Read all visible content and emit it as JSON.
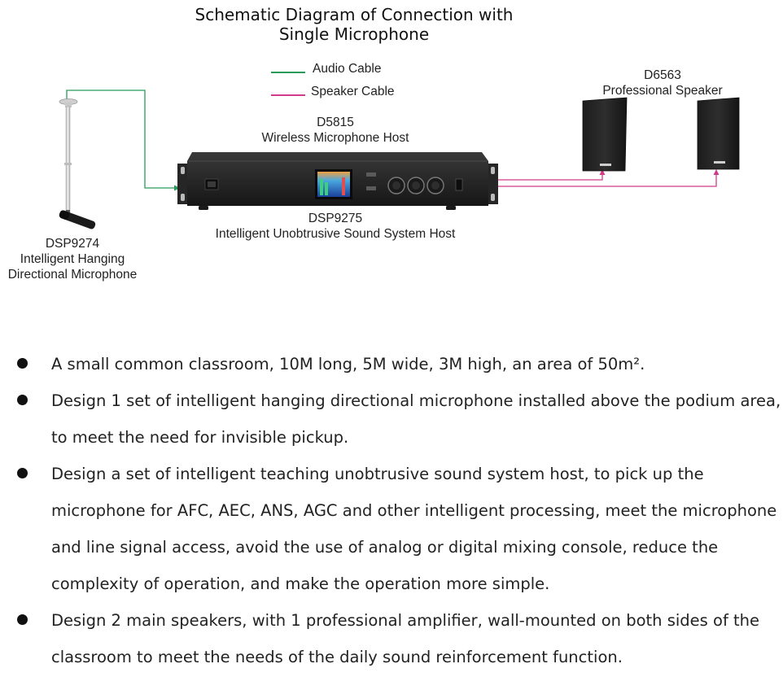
{
  "title_line1": "Schematic Diagram of Connection with",
  "title_line2": "Single Microphone",
  "legend": {
    "audio": {
      "label": "Audio Cable",
      "color": "#2a9a5a"
    },
    "speaker": {
      "label": "Speaker Cable",
      "color": "#d23b8a"
    }
  },
  "devices": {
    "wireless_host": {
      "model": "D5815",
      "name": "Wireless Microphone Host"
    },
    "sound_host": {
      "model": "DSP9275",
      "name": "Intelligent Unobtrusive Sound System Host"
    },
    "microphone": {
      "model": "DSP9274",
      "name_line1": "Intelligent Hanging",
      "name_line2": "Directional Microphone"
    },
    "speaker": {
      "model": "D6563",
      "name": "Professional Speaker"
    }
  },
  "bullets": [
    {
      "text": "A small common classroom, 10M long, 5M wide, 3M high, an area of 50m²."
    },
    {
      "text": "Design 1 set of intelligent hanging directional microphone installed above the podium area, to meet the need for invisible pickup."
    },
    {
      "text": "Design a set of intelligent teaching unobtrusive sound system host, to pick up the microphone for AFC, AEC, ANS, AGC and other intelligent processing, meet the microphone and line signal access, avoid the use of analog or digital mixing console, reduce the complexity of operation, and make the operation more simple."
    },
    {
      "text": "Design 2 main speakers, with 1 professional amplifier, wall-mounted on both sides of the classroom to meet the needs of the daily sound reinforcement function."
    }
  ]
}
